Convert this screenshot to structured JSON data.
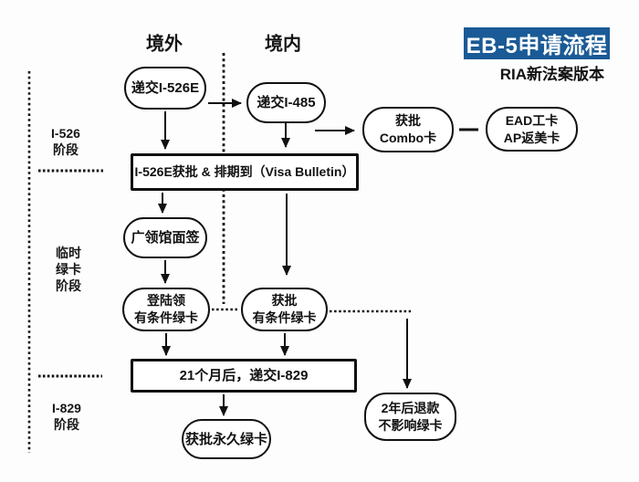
{
  "title": {
    "banner": "EB-5申请流程",
    "subtitle": "RIA新法案版本",
    "banner_bg": "#1a5a96",
    "banner_fg": "#ffffff"
  },
  "columns": {
    "overseas": "境外",
    "domestic": "境内"
  },
  "stages": [
    {
      "id": "i526",
      "lines": [
        "I-526",
        "阶段"
      ]
    },
    {
      "id": "temp",
      "lines": [
        "临时",
        "绿卡",
        "阶段"
      ]
    },
    {
      "id": "i829",
      "lines": [
        "I-829",
        "阶段"
      ]
    }
  ],
  "nodes": {
    "submit_i526e": {
      "line1": "递交I-526E"
    },
    "submit_i485": {
      "line1": "递交I-485"
    },
    "combo_card": {
      "line1": "获批",
      "line2": "Combo卡"
    },
    "ead_ap": {
      "line1": "EAD工卡",
      "line2": "AP返美卡"
    },
    "visa_bulletin": {
      "line1": "I-526E获批 & 排期到（Visa Bulletin）"
    },
    "interview": {
      "line1": "广领馆面签"
    },
    "land_green": {
      "line1": "登陆领",
      "line2": "有条件绿卡"
    },
    "approved_cond": {
      "line1": "获批",
      "line2": "有条件绿卡"
    },
    "submit_i829": {
      "line1": "21个月后，递交I-829"
    },
    "permanent": {
      "line1": "获批永久绿卡"
    },
    "refund": {
      "line1": "2年后退款",
      "line2": "不影响绿卡"
    }
  },
  "colors": {
    "line": "#111111",
    "background": "#fdfdfd"
  }
}
